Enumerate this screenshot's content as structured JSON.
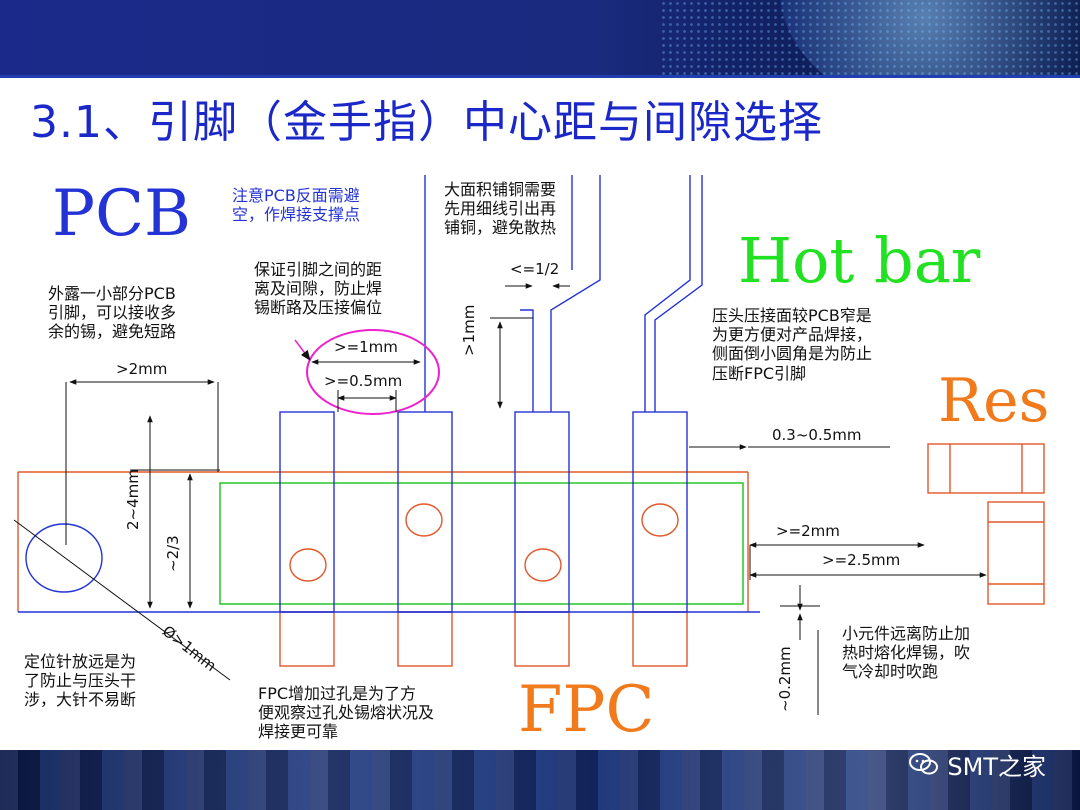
{
  "title": "3.1、引脚（金手指）中心距与间隙选择",
  "labels": {
    "pcb": "PCB",
    "fpc": "FPC",
    "hotbar": "Hot bar",
    "res": "Res"
  },
  "notes": {
    "pcb_backside": [
      "注意PCB反面需避",
      "空，作焊接支撑点"
    ],
    "expose_pcb": [
      "外露一小部分PCB",
      "引脚，可以接收多",
      "余的锡，避免短路"
    ],
    "pitch_gap": [
      "保证引脚之间的距",
      "离及间隙，防止焊",
      "锡断路及压接偏位"
    ],
    "copper": [
      "大面积铺铜需要",
      "先用细线引出再",
      "铺铜，避免散热"
    ],
    "press_head": [
      "压头压接面较PCB窄是",
      "为更方便对产品焊接，",
      "侧面倒小圆角是为防止",
      "压断FPC引脚"
    ],
    "small_parts": [
      "小元件远离防止加",
      "热时熔化焊锡，吹",
      "气冷却时吹跑"
    ],
    "pin_far": [
      "定位针放远是为",
      "了防止与压头干",
      "涉，大针不易断"
    ],
    "via": [
      "FPC增加过孔是为了方",
      "便观察过孔处锡熔状况及",
      "焊接更可靠"
    ]
  },
  "dimensions": {
    "d_2mm": ">2mm",
    "d_ge1mm": ">=1mm",
    "d_ge05mm": ">=0.5mm",
    "d_half": "<=1/2",
    "d_gt1mm": ">1mm",
    "d_03_05": "0.3~0.5mm",
    "d_ge2mm": ">=2mm",
    "d_ge25mm": ">=2.5mm",
    "d_2_4mm": "2~4mm",
    "d_2_3": "~2/3",
    "d_phi": "Ø>1mm",
    "d_02mm": "~0.2mm"
  },
  "watermark": "SMT之家",
  "colors": {
    "title": "#1b28c9",
    "pcb_outline": "#2433d6",
    "fpc_outline": "#e0582a",
    "hotbar_outline": "#18c318",
    "hotbar_text": "#22e022",
    "res_text": "#f07a1c",
    "circle_highlight": "#ee22cc",
    "via_circle": "#e0582a",
    "pin_circle": "#2433d6"
  },
  "icons": [
    "wechat-icon"
  ]
}
